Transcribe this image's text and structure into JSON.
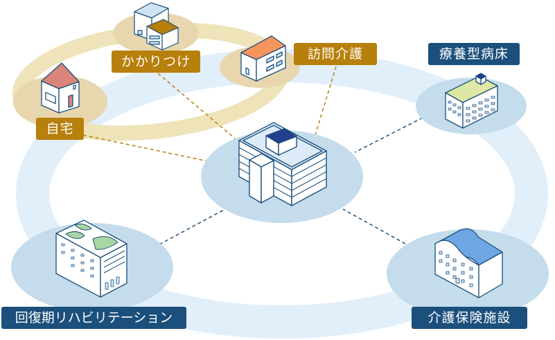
{
  "colors": {
    "home_label": "#B77F0B",
    "facility_label": "#1B4F7C",
    "outer_ring": "#E1EFFB",
    "home_ring": "#EFE3B9",
    "home_base": "#E8D6AE",
    "facility_base": "#C4DCEC",
    "home_link": "#B77F0B",
    "facility_link": "#1B4F7C",
    "building_outline": "#1B4F7C"
  },
  "center": {
    "name": "hospital",
    "icon": "hospital-building-icon"
  },
  "home_nodes": [
    {
      "id": "home",
      "label": "自宅",
      "icon": "house-icon"
    },
    {
      "id": "family-doctor",
      "label": "かかりつけ",
      "icon": "clinic-building-icon"
    },
    {
      "id": "home-care",
      "label": "訪問介護",
      "icon": "apartment-icon"
    }
  ],
  "facility_nodes": [
    {
      "id": "long-term-beds",
      "label": "療養型病床",
      "icon": "highrise-hospital-icon"
    },
    {
      "id": "rehabilitation",
      "label": "回復期リハビリテーション",
      "icon": "rehab-building-icon"
    },
    {
      "id": "care-facility",
      "label": "介護保険施設",
      "icon": "care-facility-icon"
    }
  ]
}
